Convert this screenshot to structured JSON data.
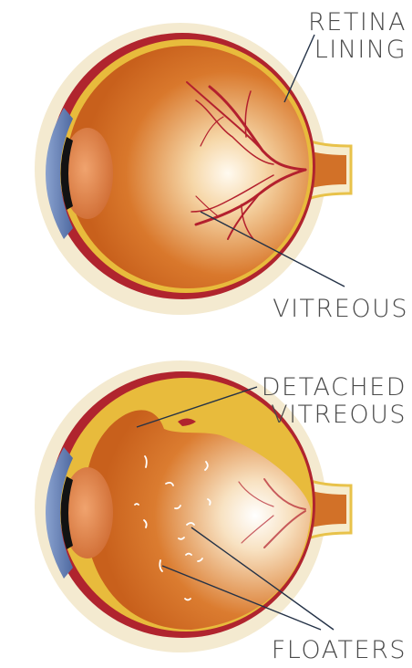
{
  "labels": {
    "retina_line1": "RETINA",
    "retina_line2": "LINING",
    "vitreous": "VITREOUS",
    "detached_line1": "DETACHED",
    "detached_line2": "VITREOUS",
    "floaters": "FLOATERS"
  },
  "colors": {
    "label_text": "#4a4a4a",
    "leader_line": "#243247",
    "sclera_outer": "#f6eccd",
    "choroid": "#b0242e",
    "vitreous_body": "#cf6a1f",
    "vitreous_glow": "#ffffff",
    "retina_lining": "#e8bb3c",
    "blood_vessel": "#b3202e",
    "cornea": "#6b86b8",
    "lens": "#e0854a",
    "pupil": "#121212",
    "floater": "#ffffff"
  },
  "icons": {
    "top_eye": "healthy-eye-cross-section-icon",
    "bottom_eye": "detached-vitreous-eye-cross-section-icon"
  }
}
